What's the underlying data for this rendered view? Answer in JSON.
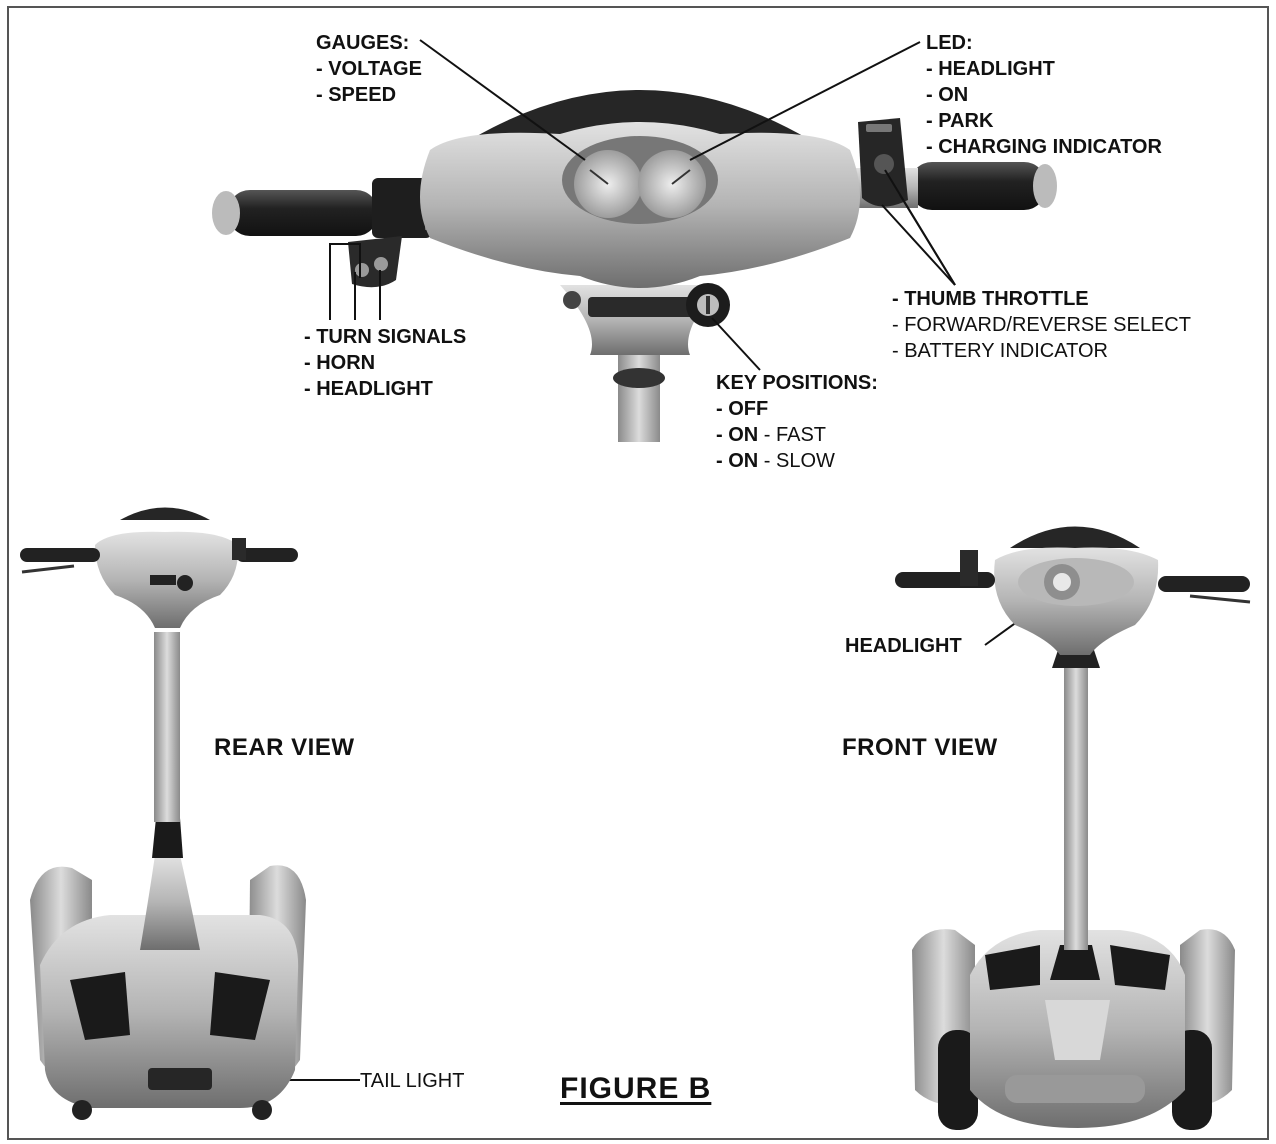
{
  "figure_title": "FIGURE B",
  "callouts": {
    "gauges": {
      "title": "GAUGES:",
      "items": [
        "- VOLTAGE",
        "- SPEED"
      ]
    },
    "led": {
      "title": "LED:",
      "items": [
        "- HEADLIGHT",
        "- ON",
        "- PARK",
        "- CHARGING INDICATOR"
      ]
    },
    "left_controls": {
      "items": [
        "- TURN SIGNALS",
        "- HORN",
        "- HEADLIGHT"
      ]
    },
    "right_controls": {
      "items": [
        "- THUMB THROTTLE",
        "- FORWARD/REVERSE SELECT",
        "- BATTERY INDICATOR"
      ]
    },
    "key_positions": {
      "title": "KEY POSITIONS:",
      "items": [
        {
          "state": "- OFF",
          "mode": ""
        },
        {
          "state": "- ON",
          "mode": " - FAST"
        },
        {
          "state": "- ON",
          "mode": " - SLOW"
        }
      ]
    },
    "headlight": "HEADLIGHT",
    "tail_light": "TAIL LIGHT"
  },
  "views": {
    "rear": "REAR VIEW",
    "front": "FRONT VIEW"
  },
  "colors": {
    "line": "#111111",
    "silver": "#a9a9a9",
    "dark": "#2b2b2b",
    "frame": "#555555"
  }
}
